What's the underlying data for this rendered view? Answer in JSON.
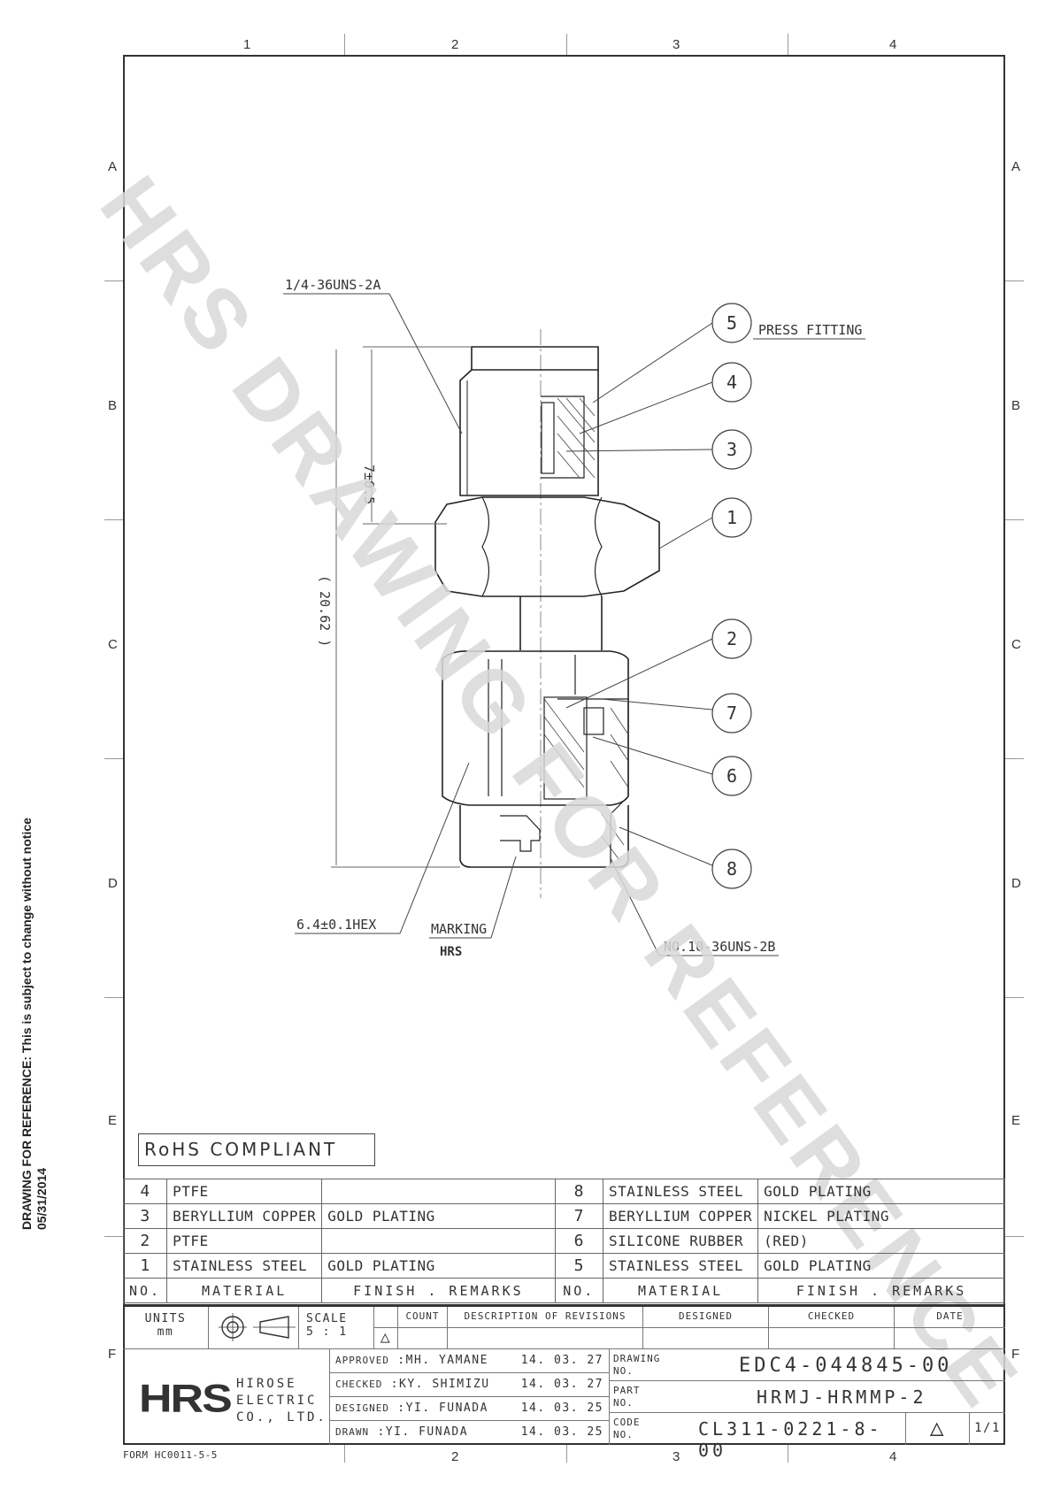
{
  "border": {
    "columns": [
      "1",
      "2",
      "3",
      "4"
    ],
    "rows": [
      "A",
      "B",
      "C",
      "D",
      "E",
      "F"
    ]
  },
  "side_note": {
    "line1": "DRAWING FOR REFERENCE: This is subject to change without notice",
    "line2": "05/31/2014"
  },
  "watermark": "HRS DRAWING FOR REFERENCE",
  "drawing": {
    "callouts": [
      {
        "num": "5",
        "note": "PRESS FITTING"
      },
      {
        "num": "4"
      },
      {
        "num": "3"
      },
      {
        "num": "1"
      },
      {
        "num": "2"
      },
      {
        "num": "7"
      },
      {
        "num": "6"
      },
      {
        "num": "8"
      }
    ],
    "labels": {
      "thread_top": "1/4-36UNS-2A",
      "dim_7": "7±0.5",
      "dim_overall": "( 20.62 )",
      "hex": "6.4±0.1HEX",
      "marking": "MARKING",
      "marking_logo": "HRS",
      "thread_bottom": "NO.10-36UNS-2B"
    }
  },
  "rohs": "RoHS COMPLIANT",
  "bom": {
    "left": [
      {
        "no": "4",
        "material": "PTFE",
        "finish": ""
      },
      {
        "no": "3",
        "material": "BERYLLIUM COPPER",
        "finish": "GOLD PLATING"
      },
      {
        "no": "2",
        "material": "PTFE",
        "finish": ""
      },
      {
        "no": "1",
        "material": "STAINLESS STEEL",
        "finish": "GOLD PLATING"
      }
    ],
    "right": [
      {
        "no": "8",
        "material": "STAINLESS STEEL",
        "finish": "GOLD PLATING"
      },
      {
        "no": "7",
        "material": "BERYLLIUM COPPER",
        "finish": "NICKEL PLATING"
      },
      {
        "no": "6",
        "material": "SILICONE RUBBER",
        "finish": "(RED)"
      },
      {
        "no": "5",
        "material": "STAINLESS STEEL",
        "finish": "GOLD PLATING"
      }
    ],
    "headers": {
      "no": "NO.",
      "material": "MATERIAL",
      "finish": "FINISH . REMARKS"
    }
  },
  "title_block": {
    "units_label": "UNITS",
    "units_value": "mm",
    "scale_label": "SCALE",
    "scale_value": "5 : 1",
    "rev_headers": {
      "count": "COUNT",
      "description": "DESCRIPTION OF REVISIONS",
      "designed": "DESIGNED",
      "checked": "CHECKED",
      "date": "DATE"
    },
    "company": {
      "logo": "HRS",
      "line1": "HIROSE",
      "line2": "ELECTRIC",
      "line3": "CO., LTD."
    },
    "signoffs": [
      {
        "role": "APPROVED",
        "name": "MH. YAMANE",
        "date": "14. 03. 27"
      },
      {
        "role": "CHECKED",
        "name": "KY. SHIMIZU",
        "date": "14. 03. 27"
      },
      {
        "role": "DESIGNED",
        "name": "YI. FUNADA",
        "date": "14. 03. 25"
      },
      {
        "role": "DRAWN",
        "name": "YI. FUNADA",
        "date": "14. 03. 25"
      }
    ],
    "drawing_no_label": "DRAWING NO.",
    "drawing_no": "EDC4-044845-00",
    "part_no_label": "PART NO.",
    "part_no": "HRMJ-HRMMP-2",
    "code_no_label": "CODE NO.",
    "code_no": "CL311-0221-8-00",
    "sheet": "1/1"
  },
  "form_no": "FORM HC0011-5-5"
}
